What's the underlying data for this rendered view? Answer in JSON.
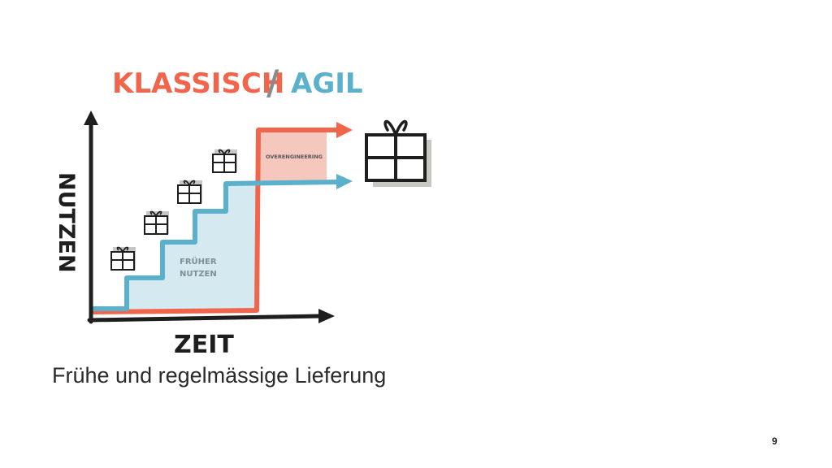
{
  "slide": {
    "title_classic": "KLASSISCH",
    "title_slash": "/",
    "title_agile": "AGIL",
    "y_axis_label": "NUTZEN",
    "x_axis_label": "ZEIT",
    "overengineering_label": "OVERENGINEERING",
    "early_value_line1": "FRÜHER",
    "early_value_line2": "NUTZEN",
    "caption": "Frühe und regelmässige Lieferung",
    "page_number": "9"
  },
  "colors": {
    "classic": "#f0654b",
    "agile": "#5bb0cc",
    "agile_fill": "#d5e9f0",
    "overengineering_fill": "#f6c8bd",
    "ink": "#1e1e1e",
    "shadow": "#c9c7c3"
  },
  "icons": [
    "gift-icon",
    "gift-icon",
    "gift-icon",
    "gift-icon",
    "gift-icon-large"
  ]
}
